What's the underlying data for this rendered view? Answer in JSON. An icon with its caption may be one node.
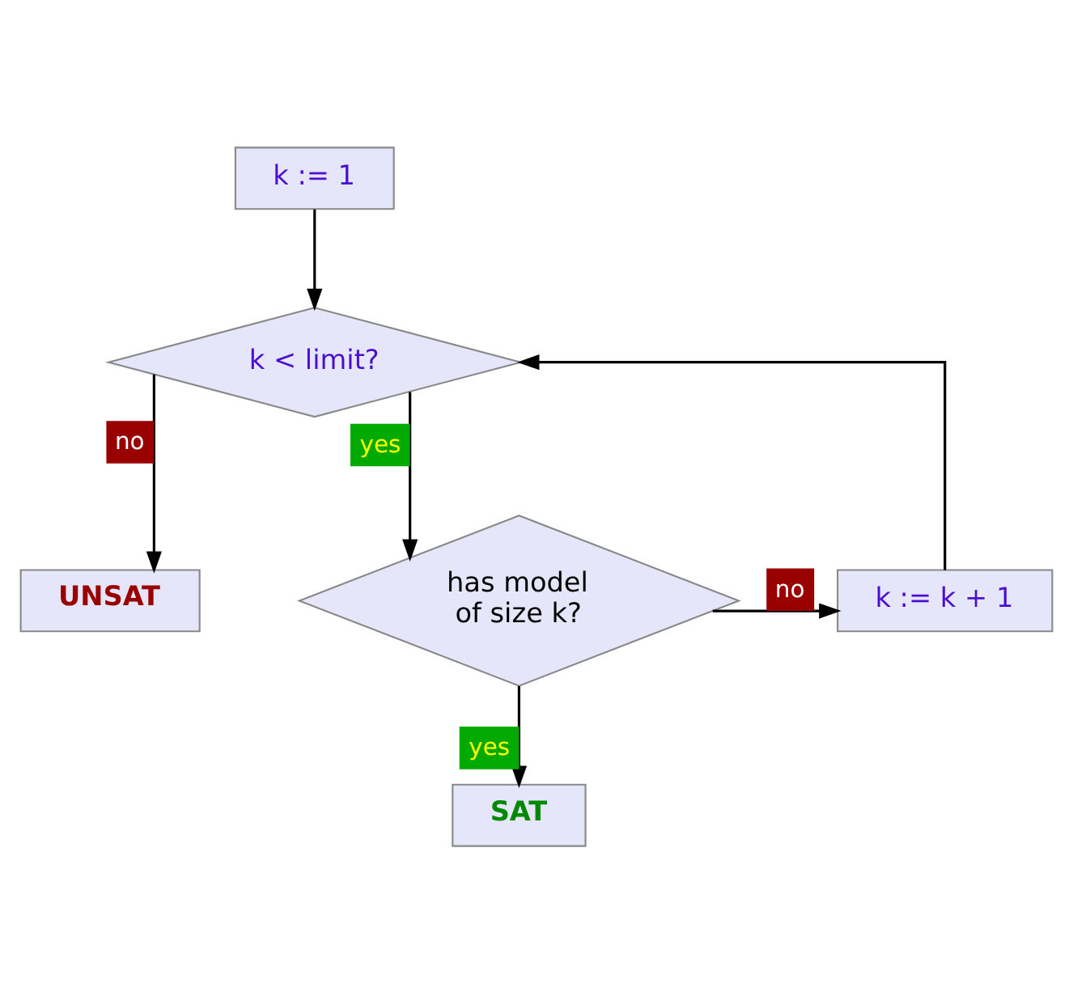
{
  "diagram": {
    "nodes": [
      {
        "text": [
          "k := 1"
        ]
      },
      {
        "text": [
          "k < limit?"
        ]
      },
      {
        "text": [
          "has model of size k?"
        ]
      },
      {
        "text": [
          "UNSAT"
        ]
      },
      {
        "text": [
          "k := k + 1"
        ]
      },
      {
        "text": [
          "SAT"
        ]
      }
    ],
    "edges": [
      {
        "from": 0,
        "to": 1,
        "arrow": "to"
      },
      {
        "from": 1,
        "to": 3,
        "arrow": "to",
        "label": "no"
      },
      {
        "from": 1,
        "to": 2,
        "arrow": "to",
        "label": "yes"
      },
      {
        "from": 2,
        "to": 4,
        "arrow": "to",
        "label": "no"
      },
      {
        "from": 4,
        "to": 1,
        "arrow": "to"
      },
      {
        "from": 2,
        "to": 5,
        "arrow": "to",
        "label": "yes"
      }
    ]
  }
}
